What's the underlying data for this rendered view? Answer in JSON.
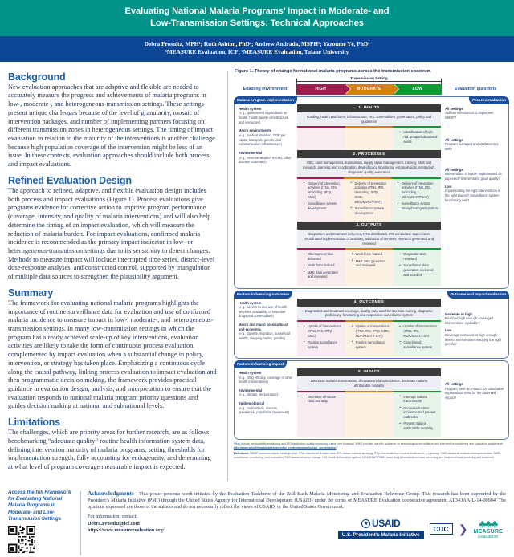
{
  "header": {
    "title_line1": "Evaluating National Malaria Programs’ Impact in Moderate- and",
    "title_line2": "Low-Transmission Settings: Technical Approaches",
    "authors": "Debra Prosnitz, MPH¹; Ruth Ashton, PhD²; Andrew Andrada, MSPH¹; Yazoumé Yé, PhD¹",
    "affiliations": "¹MEASURE Evaluation, ICF; ²MEASURE Evaluation, Tulane University",
    "teal": "#009389",
    "blue": "#0c4694"
  },
  "sections": [
    {
      "heading": "Background",
      "body": "New evaluation approaches that are adaptive and flexible are needed to accurately measure the progress and achievements of malaria programs in low-, moderate-, and heterogeneous-transmission settings. These settings present unique challenges because of the level of granularity, mosaic of intervention packages, and number of implementing partners focusing on different transmission zones in heterogeneous settings. The timing of impact evaluation in relation to the maturity of the interventions is another challenge because high population coverage of the intervention might be less of an issue. In these contexts, evaluation approaches should include both process and impact evaluations."
    },
    {
      "heading": "Refined Evaluation Design",
      "body": "The approach to refined, adaptive, and flexible evaluation design includes both process and impact evaluations (Figure 1). Process evaluations give programs evidence for corrective action to improve program performance (coverage, intensity, and quality of malaria interventions) and will also help determine the timing of an impact evaluation, which will measure the reduction of malaria burden. For impact evaluations, confirmed malaria incidence is recommended as the primary impact indicator in low- or heterogeneous-transmission settings due to its sensitivity to detect changes. Methods to measure impact will include interrupted time series, district-level dose-response analyses, and constructed control, supported by triangulation of multiple data sources to strengthen the plausibility argument."
    },
    {
      "heading": "Summary",
      "body": "The framework for evaluating national malaria programs highlights the importance of routine surveillance data for evaluation and use of confirmed malaria incidence to measure impact in low-, moderate-, and heterogeneous-transmission settings. In many low-transmission settings in which the program has already achieved scale-up of key interventions, evaluation activities are likely to take the form of continuous process evaluation, complemented by impact evaluation when a substantial change in policy, intervention, or strategy has taken place. Emphasizing a continuous cycle along the causal pathway, linking process evaluation to impact evaluation and then programmatic decision making, the framework provides practical guidance in evaluation design, analysis, and interpretation to ensure that the evaluation responds to national malaria program priority questions and guides decision making at national and subnational levels."
    },
    {
      "heading": "Limitations",
      "body": "The challenges, which are priority areas for further research, are as follows: benchmarking “adequate quality” routine health information system data, defining intervention maturity of malaria programs, setting thresholds for implementation strength, fully accounting for endogeneity, and determining at what level of program coverage measurable impact is expected."
    }
  ],
  "figure": {
    "caption": "Figure 1. Theory of change for national malaria programs across the transmission spectrum",
    "bracket_label": "Transmission Setting",
    "col_head_left": "Enabling environment",
    "col_head_right": "Evaluation questions",
    "arrows": [
      {
        "label": "HIGH",
        "color": "#9c1f4f"
      },
      {
        "label": "MODERATE",
        "color": "#d4820f"
      },
      {
        "label": "LOW",
        "color": "#0f9b34"
      }
    ],
    "panels": [
      {
        "pill_left": "Malaria program implementation",
        "pill_right": "Process evaluation",
        "stages": [
          {
            "band": "1. INPUTS",
            "summary": "Funding, health workforce, infrastructure, HIS, commodities, governance, policy and guidelines",
            "columns": [
              [],
              [],
              [
                "Identification of high-risk groups/subnational areas"
              ]
            ]
          },
          {
            "band": "2. PROCESSES",
            "summary": "SBC, case management, supervision, supply chain management, training, SME and research, planning and coordination, drug efficacy monitoring, entomological monitoring*, diagnostic quality assurance",
            "columns": [
              [
                "Delivery of prevention activities (ITNs, IRS, larviciding, IPTp, SMC)",
                "Surveillance system development"
              ],
              [
                "Delivery of prevention activities (ITNs, IRS, larviciding, IPTp, SMC, MDA/MSAT/FSAT)",
                "Surveillance system development"
              ],
              [
                "Delivery of prevention activities (ITNs, IRS, larviciding, MDA/MSAT/FSAT)",
                "Surveillance system strengthening/adaptation"
              ]
            ]
          },
          {
            "band": "3. OUTPUTS",
            "summary": "Diagnostics and treatment delivered, ITNs distributed, IRS conducted, supervision, coordinated implementation of activities, utilization of services, research generated and reviewed",
            "columns": [
              [
                "Chemoprevention delivered",
                "Work force trained",
                "M&E data generated and reviewed"
              ],
              [
                "Work force trained",
                "M&E data generated and reviewed"
              ],
              [
                "Diagnostic tests reviewed",
                "Surveillance data generated, reviewed and acted on"
              ]
            ]
          }
        ],
        "side_left": [
          {
            "title": "Health system",
            "detail": "(e.g., government expenditure on health, health facility infrastructure and resources)"
          },
          {
            "title": "Macro environments",
            "detail": "(e.g., political situation, GDP per capita, transport, gender, and communication infrastructure)"
          },
          {
            "title": "Environmental",
            "detail": "(e.g., extreme weather events, other disease outbreaks)"
          }
        ],
        "side_right": [
          {
            "title": "All settings",
            "q": "Sufficient resources to implement NMSP?"
          },
          {
            "title": "All settings",
            "q": "Program managed and implemented well?"
          },
          {
            "title": "All settings",
            "q": "Interventions in NMSP implemented as expected? Interventions good quality?"
          },
          {
            "title": "Low",
            "q": "Implementing the right interventions in the right places? Surveillance system functioning well?"
          }
        ]
      },
      {
        "pill_left": "Factors influencing outcomes",
        "pill_right": "Outcome and impact evaluation",
        "stages": [
          {
            "band": "4. OUTCOMES",
            "summary": "Diagnostics and treatment coverage, quality data used for decision making, diagnostic proficiency, functioning and responsive surveillance system",
            "columns": [
              [
                "Uptake of interventions (ITNs, IRS, IPTp, SMC)",
                "Routine surveillance system"
              ],
              [
                "Uptake of interventions (ITNs, IRS, IPTp, SMC, MDA/MSAT/FSAT)",
                "Routine surveillance system"
              ],
              [
                "Uptake of interventions (ITNs, IRS, MDA/MSAT/FSAT)",
                "Case-based surveillance system"
              ]
            ]
          }
        ],
        "side_left": [
          {
            "title": "Health system",
            "detail": "(e.g., access to and use of health services, availability of essential drugs and commodities)"
          },
          {
            "title": "Macro and micro sociocultural and economic",
            "detail": "(e.g., poverty, migration, household wealth, sleeping habits, gender)"
          }
        ],
        "side_right": [
          {
            "title": "Moderate or high",
            "q": "Reached high enough coverage? Interventions equitable?"
          },
          {
            "title": "Low",
            "q": "Coverage sustained at high enough levels? Interventions reaching the right people?"
          }
        ]
      },
      {
        "pill_left": "Factors influencing impact",
        "pill_right": "",
        "stages": [
          {
            "band": "5. IMPACT",
            "summary": "Decrease malaria transmission, decrease malaria incidence, decrease malaria attributable mortality",
            "columns": [
              [
                "Decrease all-cause child mortality"
              ],
              [],
              [
                "Interrupt malaria transmission",
                "Decrease malaria incidence and prevent outbreaks",
                "Prevent malaria attributable mortality"
              ]
            ]
          }
        ],
        "side_left": [
          {
            "title": "Health system",
            "detail": "(e.g., drug efficacy, coverage of other health interventions)"
          },
          {
            "title": "Environmental",
            "detail": "(e.g., climate, temperature)"
          },
          {
            "title": "Epidemiological",
            "detail": "(e.g., malnutrition, disease prevalence, population movement)"
          }
        ],
        "side_right": [
          {
            "title": "All settings",
            "q": "Program have an impact? Do alternative explanations exist for the observed impact?"
          }
        ]
      }
    ],
    "footnote_star": "*May include net durability monitoring and IRS application quality monitoring using core bioassay. WHO provides specific guidance on entomological surveillance and intervention monitoring and evaluation available at",
    "footnote_link": "http://www.who.int/malaria/areas/vector_control/entomological_surveillance/",
    "footnote_defs_prefix": "Definitions:",
    "footnote_defs": "NMSP–national malaria strategic plan; ITNs–insecticide-treated nets; IRS–indoor residual spraying; IPTp–intermittent preventive treatment in pregnancy; SMC–seasonal malaria chemoprevention; SME–surveillance, monitoring, and evaluation; SBC–social behavior change; HIS–health information system; MDA/MSAT/FSAT–mass drug administration/mass screening and treatment/focal screening and treatment"
  },
  "bottom": {
    "qr_text": "Access the full Framework for Evaluating National Malaria Programs in Moderate- and Low-Transmission Settings",
    "ack_heading": "Acknowledgments",
    "ack_body": "—This poster presents work initiated by the Evaluation Taskforce of the Roll Back Malaria Monitoring and Evaluation Reference Group. This research has been supported by the President’s Malaria Initiative (PMI) through the United States Agency for International Development (USAID) under the terms of MEASURE Evaluation cooperative agreement AID-OAA-L-14-00004. The opinions expressed are those of the authors and do not necessarily reflect the views of USAID, or the United States Government.",
    "contact_label": "For information, contact:",
    "contact_email": "Debra.Prosnitz@icf.com",
    "contact_url": "https://www.measureevaluation.org/",
    "logos": {
      "usaid": "USAID",
      "pmi": "U.S. President’s Malaria Initiative",
      "cdc": "CDC",
      "measure_1": "MEASURE",
      "measure_2": "Evaluation"
    }
  }
}
